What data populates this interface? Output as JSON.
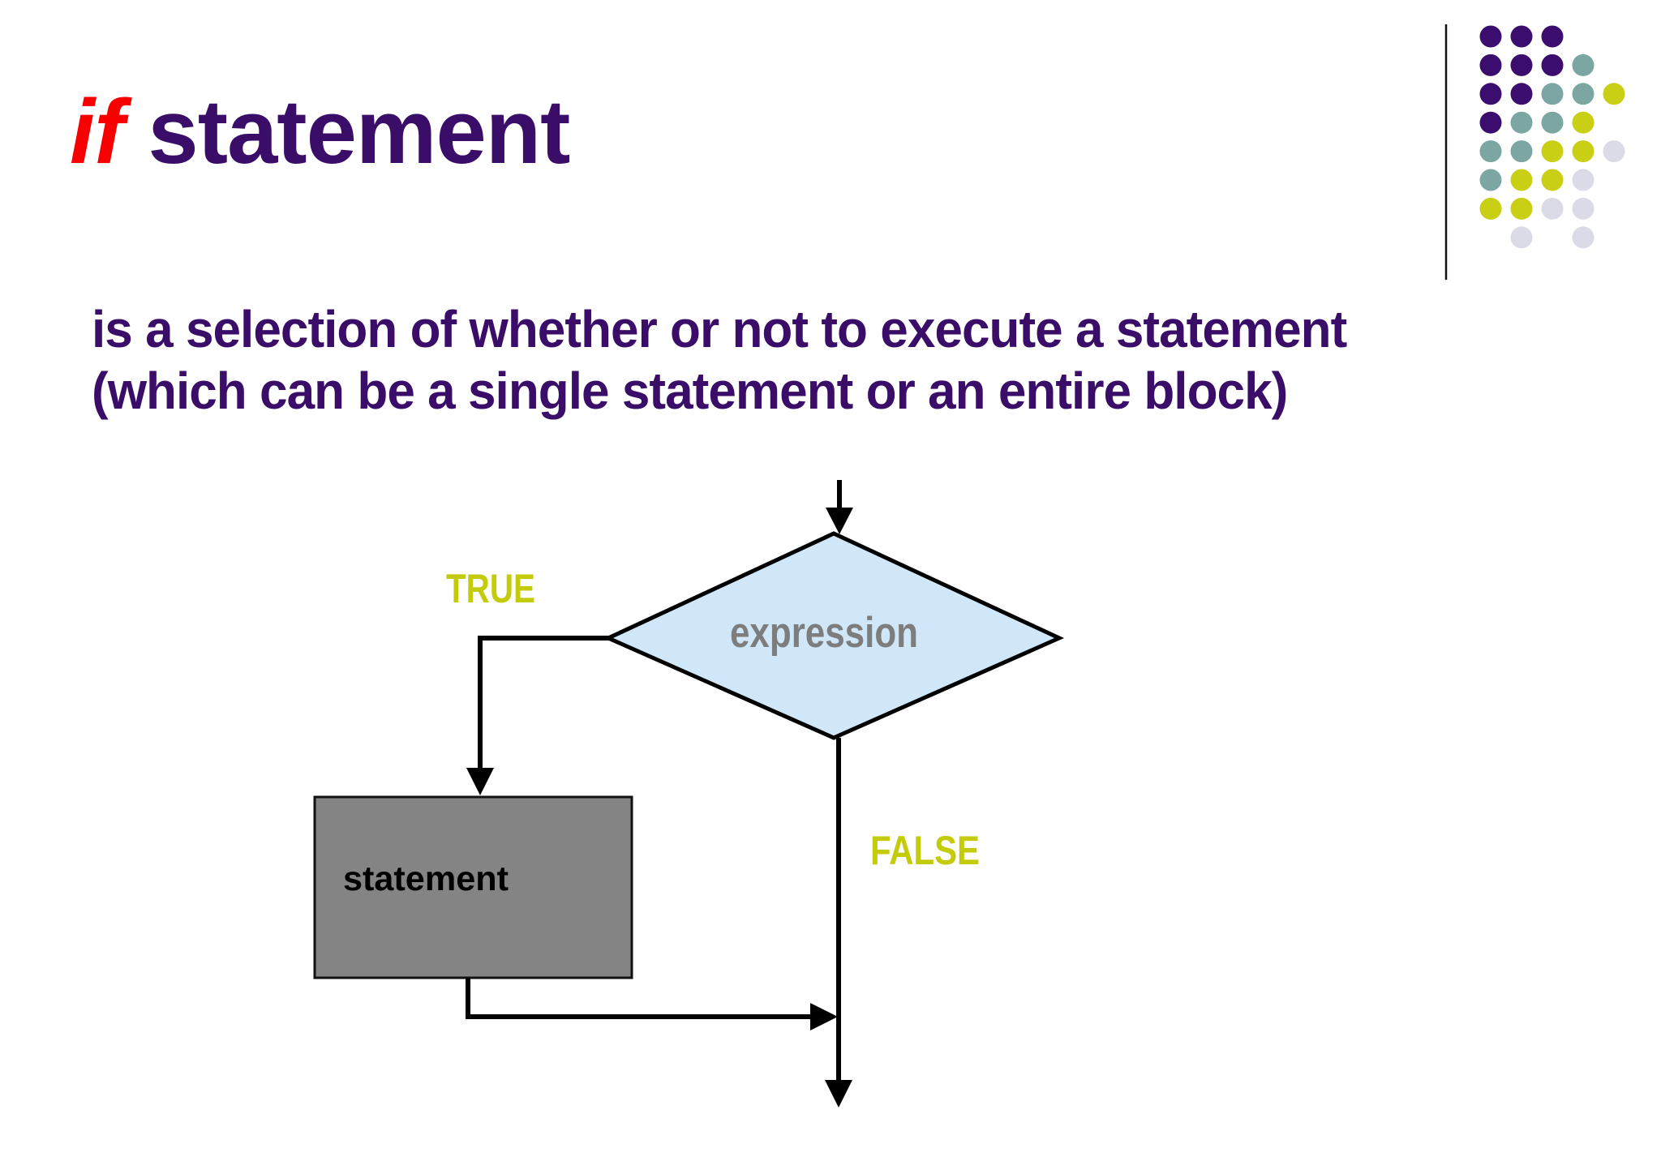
{
  "slide": {
    "title": {
      "keyword": "if",
      "rest": "statement"
    },
    "body": {
      "line1": "is a selection of whether or not to execute a statement",
      "line2": "(which can be a single statement or an entire block)"
    }
  },
  "flowchart": {
    "condition_label": "expression",
    "true_branch_label": "TRUE",
    "false_branch_label": "FALSE",
    "statement_box_label": "statement"
  },
  "colors": {
    "keyword_red": "#F80000",
    "title_purple": "#3A0D68",
    "body_purple": "#3A0D68",
    "branch_label_yellow": "#C4CB0B",
    "diamond_fill": "#CFE7F8",
    "diamond_border": "#000000",
    "condition_text_gray": "#7D7D7D",
    "statement_box_gray": "#848484",
    "statement_box_border": "#111111",
    "statement_text": "#000000",
    "flow_line_black": "#000000",
    "divider_line": "#111111"
  },
  "decoration": {
    "palette": {
      "P": "#3A0D6E",
      "T": "#7CA6A2",
      "Y": "#C9CF14",
      "L": "#DBDBE8"
    },
    "dot_grid": [
      "PPP..",
      "PPPT.",
      "PPTTY",
      "PTTY.",
      "TTYYL",
      "TYYL.",
      "YYLL.",
      ".L.L."
    ]
  }
}
